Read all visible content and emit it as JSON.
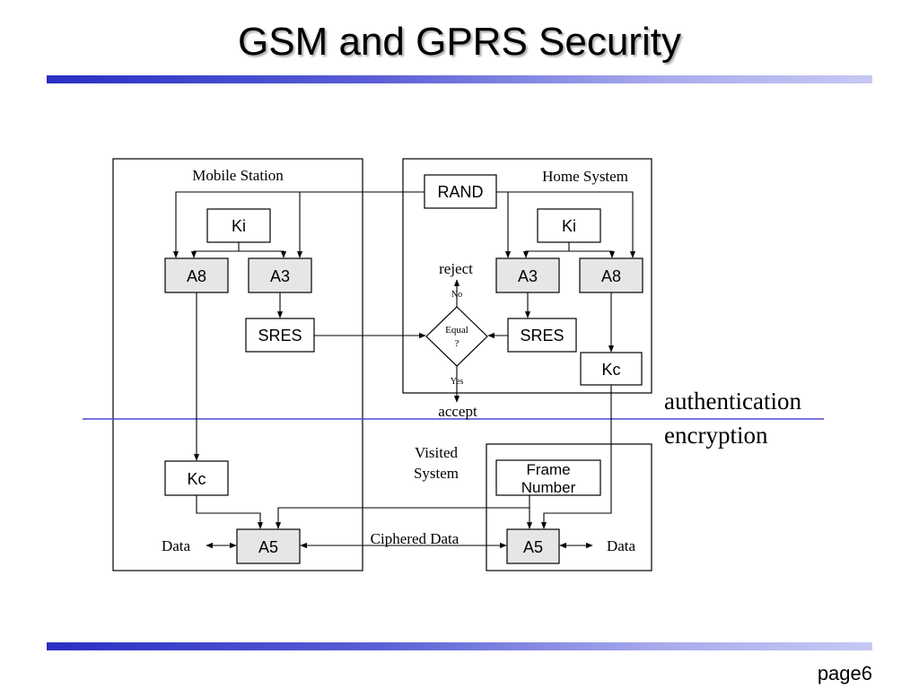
{
  "slide": {
    "title": "GSM and GPRS Security",
    "page_label": "page6"
  },
  "diagram": {
    "mobile_station": "Mobile Station",
    "home_system": "Home System",
    "visited_system_line1": "Visited",
    "visited_system_line2": "System",
    "rand": "RAND",
    "ki": "Ki",
    "a8": "A8",
    "a3": "A3",
    "sres": "SRES",
    "kc": "Kc",
    "a5": "A5",
    "equal_line1": "Equal",
    "equal_line2": "?",
    "reject": "reject",
    "no": "No",
    "yes": "Yes",
    "accept": "accept",
    "frame_number_line1": "Frame",
    "frame_number_line2": "Number",
    "data": "Data",
    "ciphered_data": "Ciphered Data",
    "authentication": "authentication",
    "encryption": "encryption"
  }
}
